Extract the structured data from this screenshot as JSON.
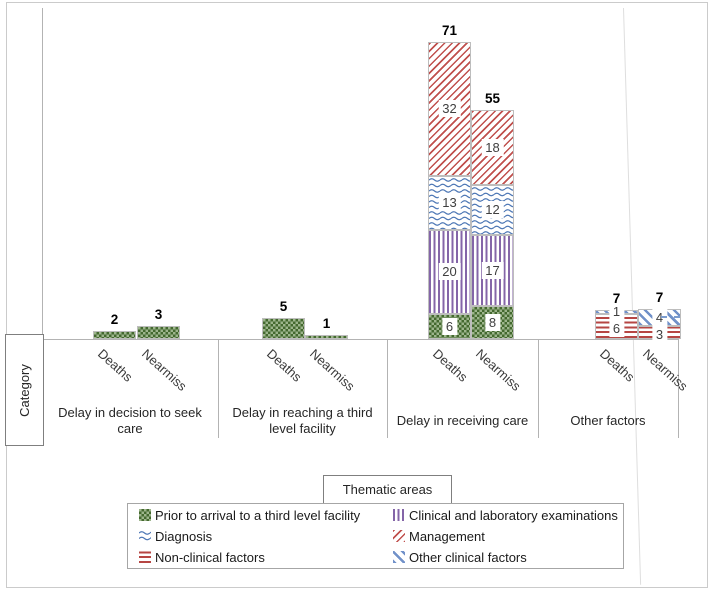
{
  "figure": {
    "category_axis_label": "Category",
    "x_axis_title": "Thematic areas"
  },
  "chart_data": {
    "type": "bar",
    "stacked": true,
    "orientation": "vertical",
    "title": "",
    "x_axis_label": "Thematic areas",
    "category_axis_label": "Category",
    "legend_position": "bottom",
    "grid": false,
    "groups": [
      {
        "category": "Delay in decision to seek care",
        "bars": [
          {
            "label": "Deaths",
            "total": 2,
            "show_segment_labels": false,
            "segments": [
              {
                "key": "prior",
                "value": 2
              }
            ]
          },
          {
            "label": "Nearmiss",
            "total": 3,
            "show_segment_labels": false,
            "segments": [
              {
                "key": "prior",
                "value": 3
              }
            ]
          }
        ]
      },
      {
        "category": "Delay in reaching a third level facility",
        "bars": [
          {
            "label": "Deaths",
            "total": 5,
            "show_segment_labels": false,
            "segments": [
              {
                "key": "prior",
                "value": 5
              }
            ]
          },
          {
            "label": "Nearmiss",
            "total": 1,
            "show_segment_labels": false,
            "segments": [
              {
                "key": "prior",
                "value": 1
              }
            ]
          }
        ]
      },
      {
        "category": "Delay in receiving care",
        "bars": [
          {
            "label": "Deaths",
            "total": 71,
            "show_segment_labels": true,
            "segments": [
              {
                "key": "prior",
                "value": 6
              },
              {
                "key": "clinical",
                "value": 20
              },
              {
                "key": "diagnosis",
                "value": 13
              },
              {
                "key": "management",
                "value": 32
              }
            ]
          },
          {
            "label": "Nearmiss",
            "total": 55,
            "show_segment_labels": true,
            "segments": [
              {
                "key": "prior",
                "value": 8
              },
              {
                "key": "clinical",
                "value": 17
              },
              {
                "key": "diagnosis",
                "value": 12
              },
              {
                "key": "management",
                "value": 18
              }
            ]
          }
        ]
      },
      {
        "category": "Other factors",
        "bars": [
          {
            "label": "Deaths",
            "total": 7,
            "show_segment_labels": true,
            "segments": [
              {
                "key": "nonclinical",
                "value": 6
              },
              {
                "key": "otherclinical",
                "value": 1
              }
            ]
          },
          {
            "label": "Nearmiss",
            "total": 7,
            "show_segment_labels": true,
            "segments": [
              {
                "key": "nonclinical",
                "value": 3
              },
              {
                "key": "otherclinical",
                "value": 4
              }
            ]
          }
        ]
      }
    ],
    "legend": [
      {
        "key": "prior",
        "label": "Prior to arrival to a third level facility",
        "pattern": "green-checkerboard",
        "color": "#44692f"
      },
      {
        "key": "clinical",
        "label": "Clinical and laboratory examinations",
        "pattern": "purple-vertical-stripes",
        "color": "#8465a8"
      },
      {
        "key": "diagnosis",
        "label": "Diagnosis",
        "pattern": "blue-waves",
        "color": "#4d77b5"
      },
      {
        "key": "management",
        "label": "Management",
        "pattern": "red-diagonal-up-stripes",
        "color": "#c0504d"
      },
      {
        "key": "nonclinical",
        "label": "Non-clinical factors",
        "pattern": "red-horizontal-stripes",
        "color": "#b64643"
      },
      {
        "key": "otherclinical",
        "label": "Other clinical factors",
        "pattern": "blue-diagonal-down-stripes",
        "color": "#7191c9"
      }
    ]
  }
}
